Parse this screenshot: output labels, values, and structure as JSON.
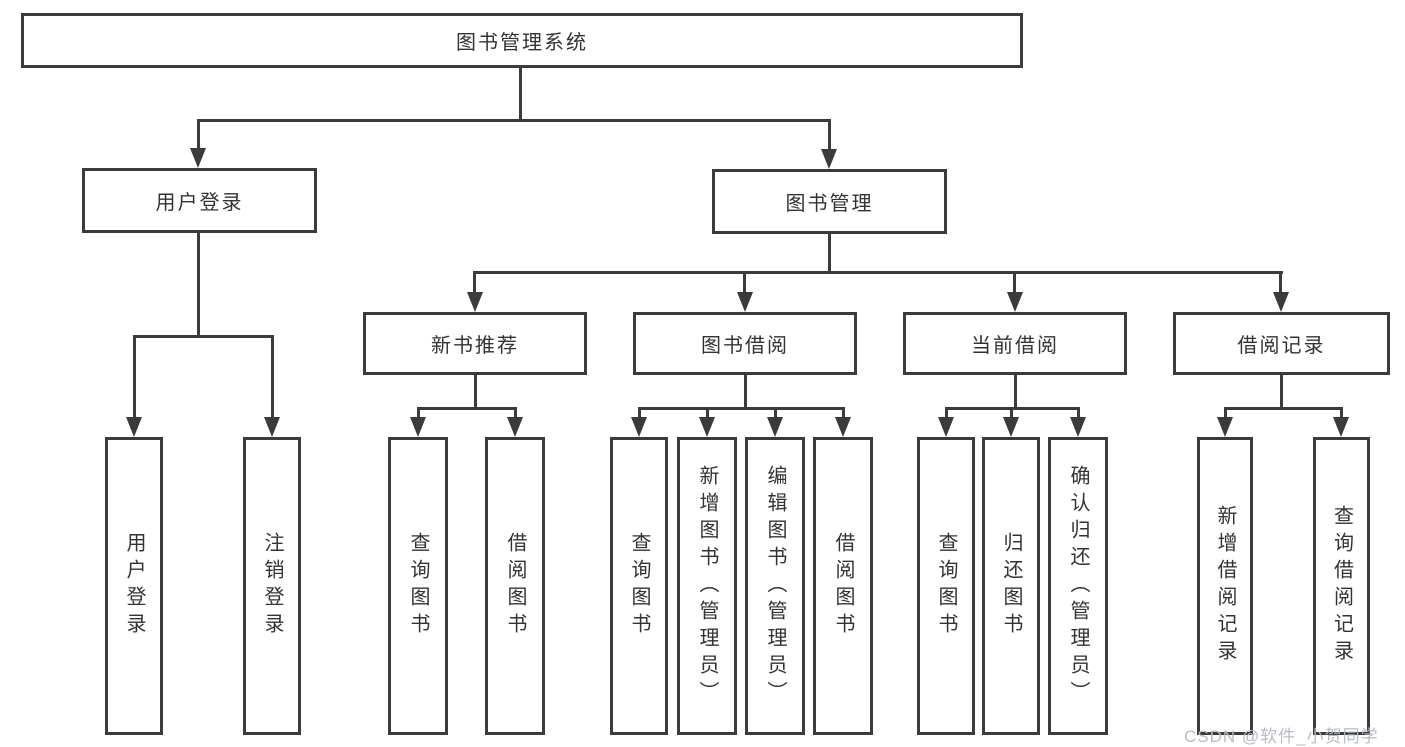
{
  "root_label": "图书管理系统",
  "level2": {
    "login": "用户登录",
    "management": "图书管理"
  },
  "level3": {
    "recommend": "新书推荐",
    "borrow": "图书借阅",
    "current": "当前借阅",
    "records": "借阅记录"
  },
  "leaves": {
    "login": [
      "用户登录",
      "注销登录"
    ],
    "recommend": [
      "查询图书",
      "借阅图书"
    ],
    "borrow": [
      "查询图书",
      "新增图书（管理员）",
      "编辑图书（管理员）",
      "借阅图书"
    ],
    "current": [
      "查询图书",
      "归还图书",
      "确认归还（管理员）"
    ],
    "records": [
      "新增借阅记录",
      "查询借阅记录"
    ]
  },
  "watermark": "CSDN @软件_小贺同学",
  "colors": {
    "line": "#3b3b3b",
    "text": "#333333",
    "watermark": "#b7bbc2"
  }
}
